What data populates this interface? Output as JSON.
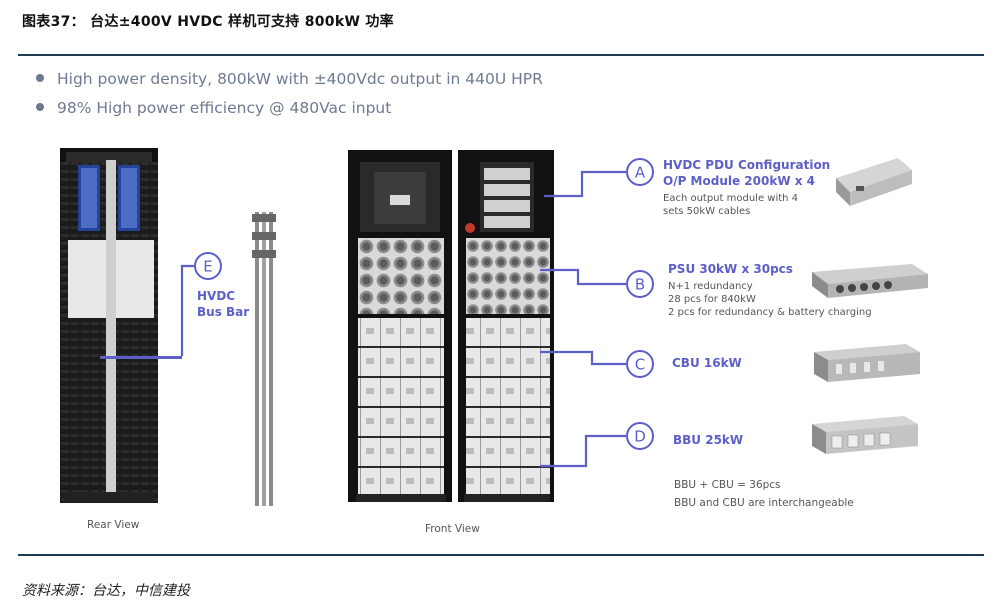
{
  "title": "图表37：  台达±400V HVDC 样机可支持 800kW 功率",
  "bullets": [
    "High power density, 800kW with ±400Vdc output in 440U HPR",
    "98% High power efficiency @ 480Vac input"
  ],
  "views": {
    "rear": "Rear View",
    "front": "Front View"
  },
  "callouts": {
    "a": {
      "letter": "A",
      "title1": "HVDC PDU Configuration",
      "title2": "O/P Module 200kW x 4",
      "desc1": "Each output module with 4",
      "desc2": "sets 50kW cables"
    },
    "b": {
      "letter": "B",
      "title": "PSU 30kW x 30pcs",
      "desc1": "N+1 redundancy",
      "desc2": "28 pcs for 840kW",
      "desc3": "2 pcs for redundancy & battery charging"
    },
    "c": {
      "letter": "C",
      "title": "CBU 16kW"
    },
    "d": {
      "letter": "D",
      "title": "BBU 25kW"
    },
    "e": {
      "letter": "E",
      "title1": "HVDC",
      "title2": "Bus Bar"
    }
  },
  "notes": {
    "n1": "BBU + CBU = 36pcs",
    "n2": "BBU and CBU are interchangeable"
  },
  "source": "资料来源：台达，中信建投",
  "colors": {
    "accent": "#5b5fc7",
    "rule": "#1f3a55",
    "bullet": "#6f7a92"
  }
}
